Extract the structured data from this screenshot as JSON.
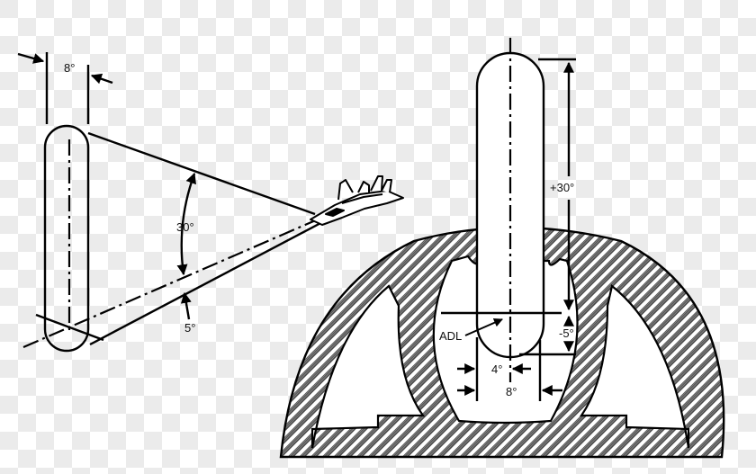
{
  "diagram": {
    "left_view": {
      "width_label": "8°",
      "elevation_label": "30°",
      "depression_label": "5°"
    },
    "right_view": {
      "up_label": "+30°",
      "down_label": "-5°",
      "adl_label": "ADL",
      "inner_width_label": "4°",
      "outer_width_label": "8°"
    },
    "colors": {
      "line": "#000000",
      "hatch_fill": "#555555",
      "checker_light": "#ffffff",
      "checker_dark": "#ebebeb"
    }
  }
}
